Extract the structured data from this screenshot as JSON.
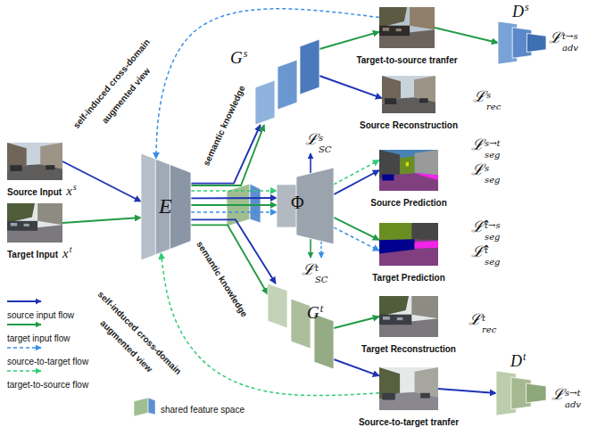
{
  "diagram": {
    "nodes": [
      {
        "text": [
          "Source Input",
          "x",
          "s"
        ]
      },
      {
        "text": [
          "Target Input",
          "x",
          "t"
        ]
      },
      {
        "text": [
          "E"
        ]
      },
      {
        "text": [
          "G",
          "s"
        ]
      },
      {
        "text": [
          "Φ"
        ]
      },
      {
        "text": [
          "G",
          "t"
        ]
      },
      {
        "text": [
          "Target-to-source tranfer"
        ]
      },
      {
        "text": [
          "Source Reconstruction"
        ]
      },
      {
        "text": [
          "Source Prediction"
        ]
      },
      {
        "text": [
          "Target Prediction"
        ]
      },
      {
        "text": [
          "Target Reconstruction"
        ]
      },
      {
        "text": [
          "Source-to-target tranfer"
        ]
      },
      {
        "text": [
          "D",
          "s"
        ]
      },
      {
        "text": [
          "D",
          "t"
        ]
      }
    ],
    "edges": [
      {
        "from": 0,
        "to": 2,
        "arrow": "to"
      },
      {
        "from": 1,
        "to": 2,
        "arrow": "to"
      },
      {
        "from": 2,
        "to": 4,
        "arrow": "to"
      },
      {
        "from": 2,
        "to": 4,
        "arrow": "to"
      },
      {
        "from": 2,
        "to": 4,
        "arrow": "to"
      },
      {
        "from": 2,
        "to": 4,
        "arrow": "to"
      },
      {
        "from": 2,
        "to": 3,
        "label": "semantic knowledge",
        "arrow": "to"
      },
      {
        "from": 2,
        "to": 3,
        "arrow": "to"
      },
      {
        "from": 2,
        "to": 5,
        "label": "semantic knowledge",
        "arrow": "to"
      },
      {
        "from": 2,
        "to": 5,
        "arrow": "to"
      },
      {
        "from": 3,
        "to": 6,
        "arrow": "to"
      },
      {
        "from": 3,
        "to": 7,
        "arrow": "to"
      },
      {
        "from": 5,
        "to": 10,
        "arrow": "to"
      },
      {
        "from": 5,
        "to": 11,
        "arrow": "to"
      },
      {
        "from": 6,
        "to": 12,
        "arrow": "to"
      },
      {
        "from": 11,
        "to": 13,
        "arrow": "to"
      },
      {
        "from": 4,
        "to": 8,
        "arrow": "to"
      },
      {
        "from": 4,
        "to": 8,
        "arrow": "to"
      },
      {
        "from": 4,
        "to": 9,
        "arrow": "to"
      },
      {
        "from": 4,
        "to": 9,
        "arrow": "to"
      },
      {
        "from": 6,
        "to": 2,
        "label": "self-induced cross-domain augmented view",
        "arrow": "to"
      },
      {
        "from": 11,
        "to": 2,
        "label": "self-induced cross-domain augmented view",
        "arrow": "to"
      }
    ],
    "labels": [
      "ℒ",
      "t→s",
      "adv",
      "ℒ",
      "s",
      "rec",
      "ℒ",
      "s",
      "SC",
      "ℒ",
      "s→t",
      "seg",
      "ℒ",
      "s",
      "seg",
      "ℒ",
      "t",
      "SC",
      "ℒ̂",
      "t→s",
      "seg",
      "ℒ̂",
      "t",
      "seg",
      "ℒ",
      "t",
      "rec",
      "ℒ",
      "s→t",
      "adv"
    ],
    "legend": [
      {
        "text": "source input flow"
      },
      {
        "text": "target input flow"
      },
      {
        "text": "source-to-target flow"
      },
      {
        "text": "target-to-source flow"
      },
      {
        "text": "shared feature space"
      }
    ]
  }
}
